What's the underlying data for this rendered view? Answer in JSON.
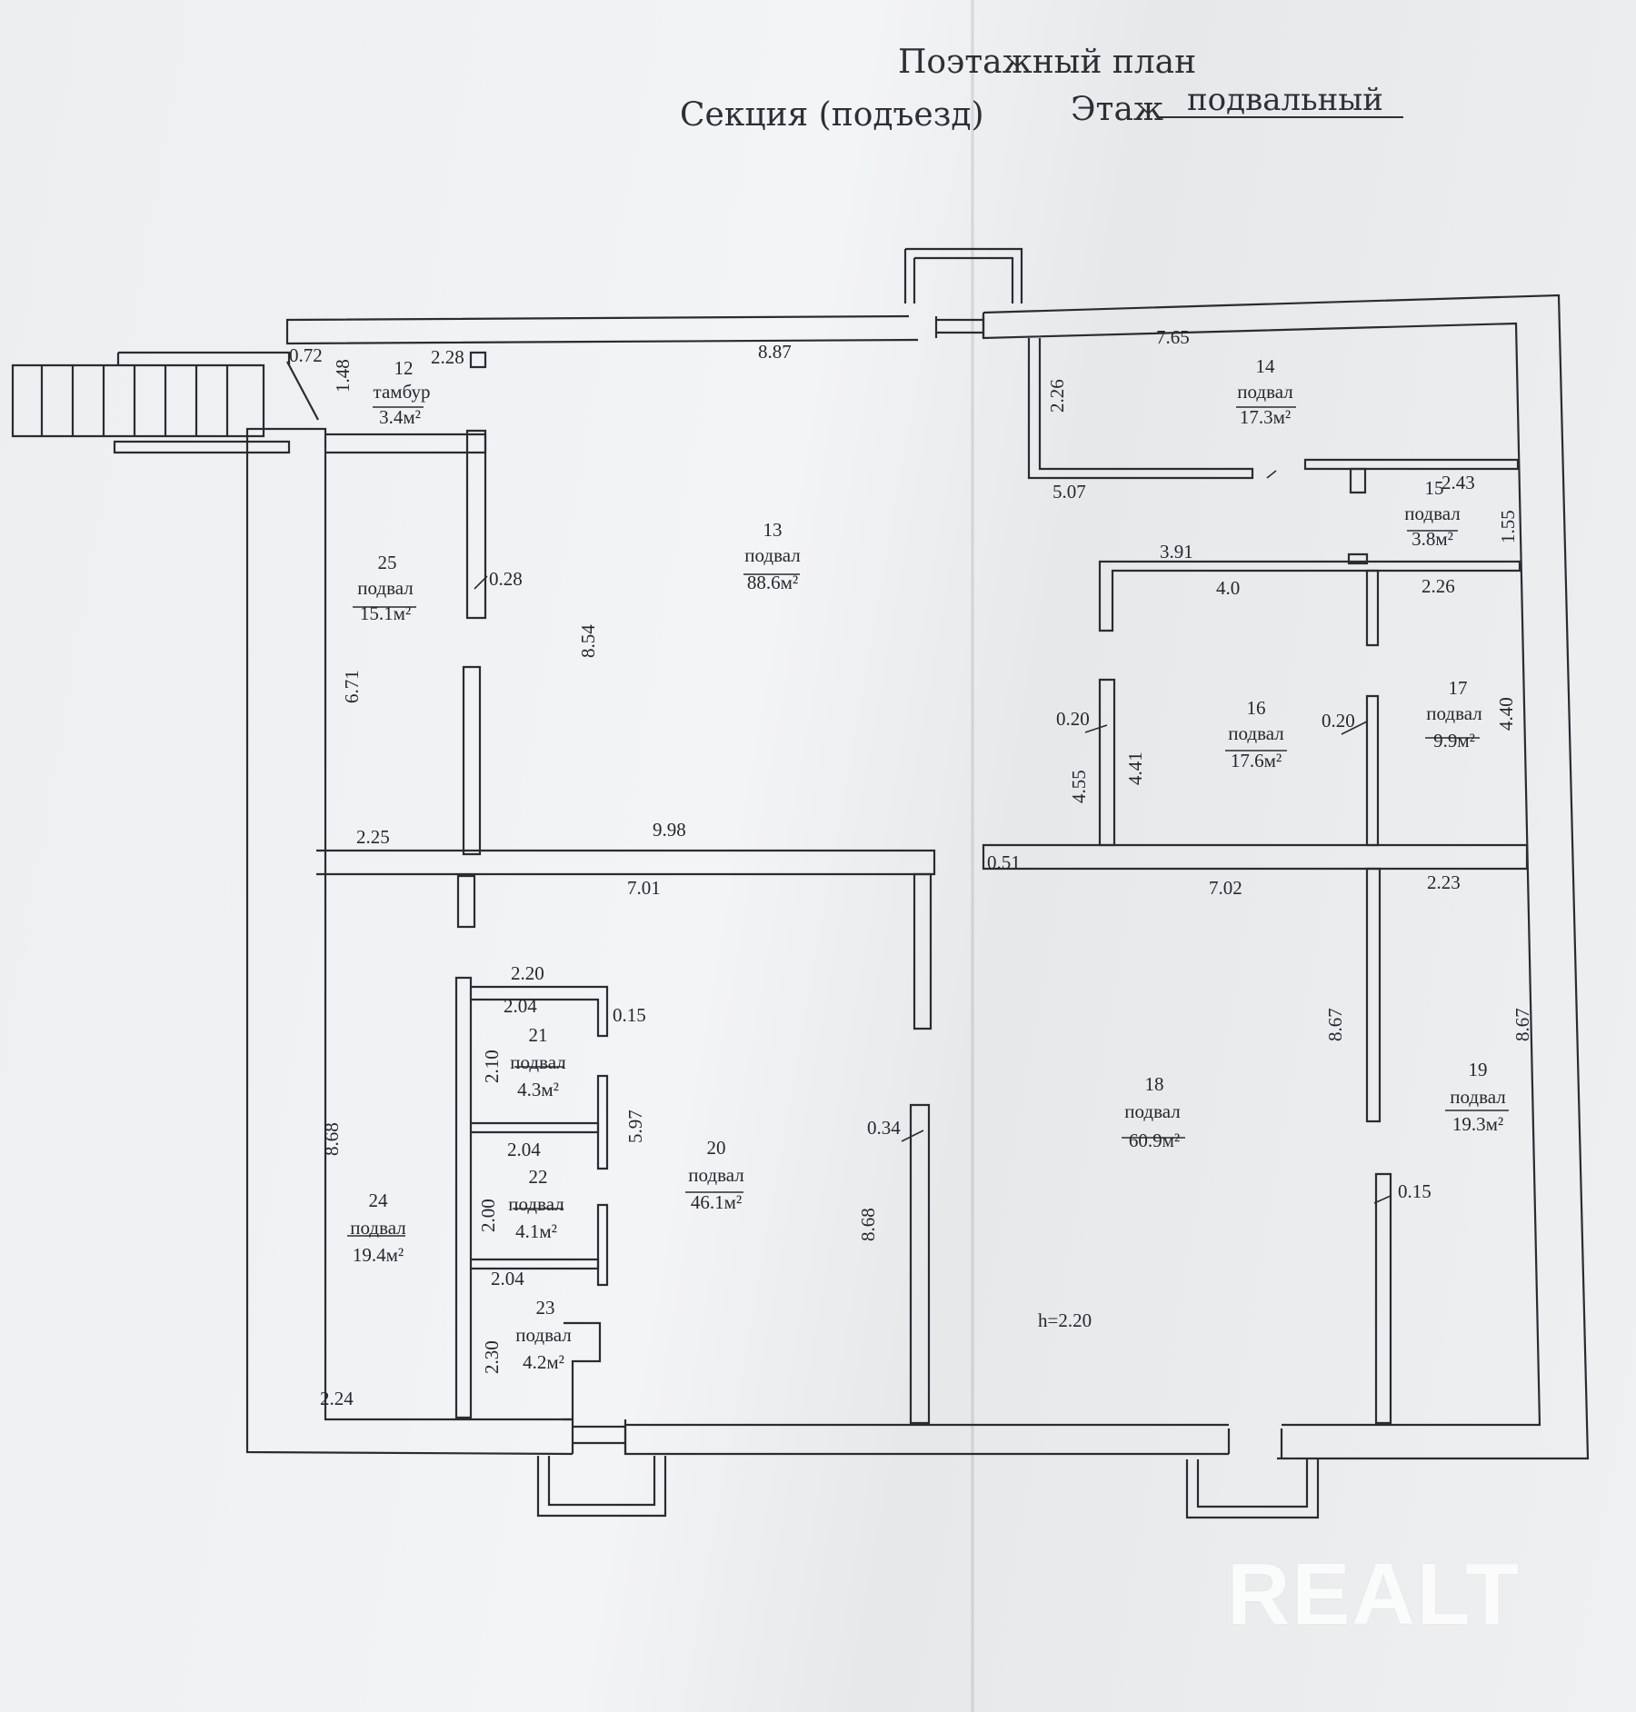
{
  "header": {
    "title": "Поэтажный план",
    "section_label": "Секция (подъезд)",
    "floor_label": "Этаж",
    "floor_value": "подвальный"
  },
  "rooms": [
    {
      "num": "12",
      "type": "тамбур",
      "area": "3.4м²"
    },
    {
      "num": "13",
      "type": "подвал",
      "area": "88.6м²"
    },
    {
      "num": "14",
      "type": "подвал",
      "area": "17.3м²"
    },
    {
      "num": "15",
      "type": "подвал",
      "area": "3.8м²"
    },
    {
      "num": "16",
      "type": "подвал",
      "area": "17.6м²"
    },
    {
      "num": "17",
      "type": "подвал",
      "area": "9.9м²"
    },
    {
      "num": "18",
      "type": "подвал",
      "area": "60.9м²"
    },
    {
      "num": "19",
      "type": "подвал",
      "area": "19.3м²"
    },
    {
      "num": "20",
      "type": "подвал",
      "area": "46.1м²"
    },
    {
      "num": "21",
      "type": "подвал",
      "area": "4.3м²"
    },
    {
      "num": "22",
      "type": "подвал",
      "area": "4.1м²"
    },
    {
      "num": "23",
      "type": "подвал",
      "area": "4.2м²"
    },
    {
      "num": "24",
      "type": "подвал",
      "area": "19.4м²"
    },
    {
      "num": "25",
      "type": "подвал",
      "area": "15.1м²"
    }
  ],
  "dimensions": [
    "0.72",
    "1.48",
    "2.28",
    "8.87",
    "7.65",
    "2.26",
    "5.07",
    "2.43",
    "1.55",
    "3.91",
    "4.0",
    "2.26",
    "0.28",
    "8.54",
    "6.71",
    "0.20",
    "4.55",
    "4.41",
    "0.20",
    "4.40",
    "2.25",
    "9.98",
    "0.51",
    "7.01",
    "7.02",
    "2.23",
    "2.20",
    "2.04",
    "0.15",
    "2.10",
    "5.97",
    "8.67",
    "8.67",
    "2.04",
    "0.34",
    "8.68",
    "2.00",
    "8.68",
    "0.15",
    "2.04",
    "2.30",
    "2.24"
  ],
  "height_note": "h=2.20",
  "watermark": "REALT"
}
